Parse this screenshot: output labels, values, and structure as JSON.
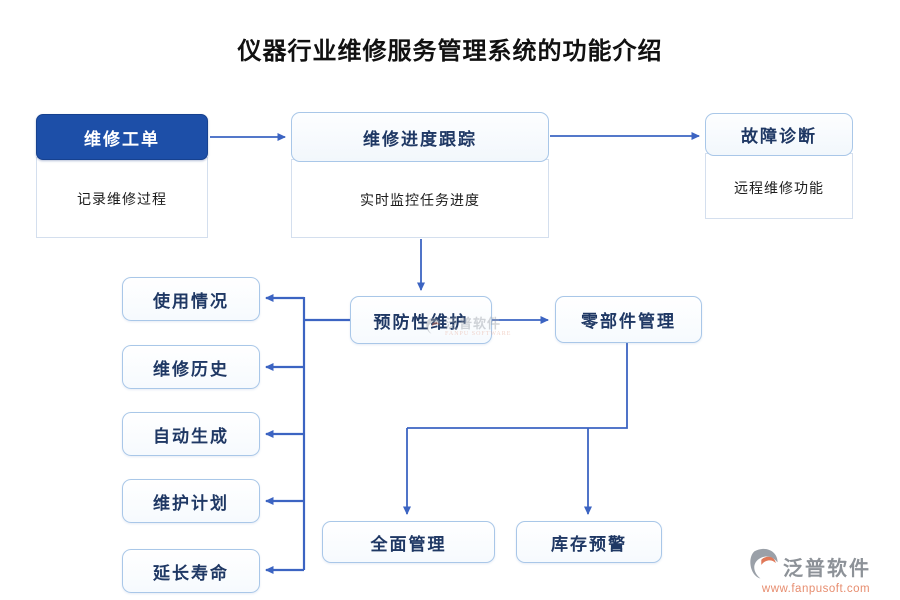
{
  "title": "仪器行业维修服务管理系统的功能介绍",
  "cards": {
    "repair_order": {
      "header": "维修工单",
      "body": "记录维修过程"
    },
    "progress_tracking": {
      "header": "维修进度跟踪",
      "body": "实时监控任务进度"
    },
    "fault_diagnosis": {
      "header": "故障诊断",
      "body": "远程维修功能"
    }
  },
  "nodes": {
    "preventive_maintenance": "预防性维护",
    "parts_management": "零部件管理",
    "usage_status": "使用情况",
    "repair_history": "维修历史",
    "auto_generate": "自动生成",
    "maintenance_plan": "维护计划",
    "extend_life": "延长寿命",
    "overall_management": "全面管理",
    "inventory_alert": "库存预警"
  },
  "watermark": {
    "name": "泛普软件",
    "subtext": "FANPU SOFTWARE"
  },
  "logo": {
    "name": "泛普软件",
    "url": "www.fanpusoft.com"
  },
  "colors": {
    "primary_header_bg": "#1d4fa8",
    "node_text": "#1f3864",
    "node_border": "#a9c7e8",
    "connector": "#3c64c2",
    "title_text": "#111111",
    "logo_gray": "#8d9298",
    "logo_salmon": "#e78d6f"
  }
}
